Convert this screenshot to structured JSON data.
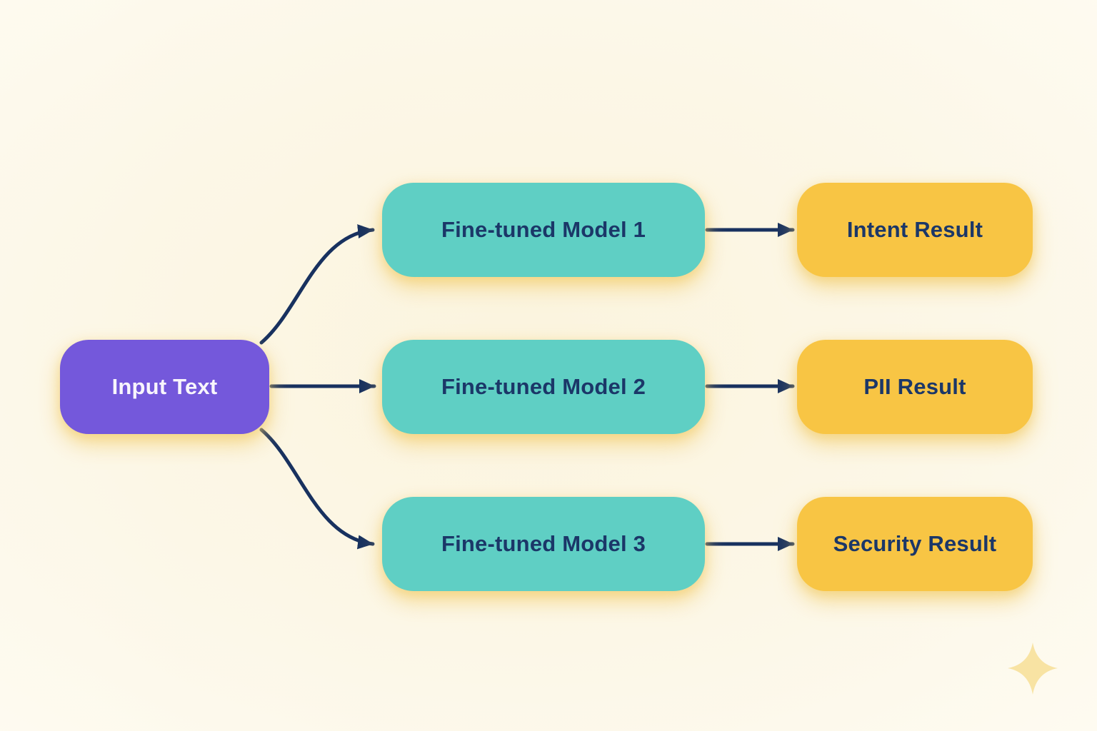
{
  "diagram": {
    "nodes": {
      "input": {
        "label": "Input Text",
        "bg": "#7458DB",
        "text_color": "#F8F5FC"
      },
      "models": [
        {
          "label": "Fine-tuned Model 1",
          "bg": "#5FCFC4",
          "text_color": "#1B3768"
        },
        {
          "label": "Fine-tuned Model 2",
          "bg": "#5FCFC4",
          "text_color": "#1B3768"
        },
        {
          "label": "Fine-tuned Model 3",
          "bg": "#5FCFC4",
          "text_color": "#1B3768"
        }
      ],
      "results": [
        {
          "label": "Intent Result",
          "bg": "#F8C544",
          "text_color": "#1B3768"
        },
        {
          "label": "PII Result",
          "bg": "#F8C544",
          "text_color": "#1B3768"
        },
        {
          "label": "Security Result",
          "bg": "#F8C544",
          "text_color": "#1B3768"
        }
      ]
    },
    "connections": [
      {
        "from": "input-text",
        "to": "fine-tuned-model-1"
      },
      {
        "from": "input-text",
        "to": "fine-tuned-model-2"
      },
      {
        "from": "input-text",
        "to": "fine-tuned-model-3"
      },
      {
        "from": "fine-tuned-model-1",
        "to": "intent-result"
      },
      {
        "from": "fine-tuned-model-2",
        "to": "pii-result"
      },
      {
        "from": "fine-tuned-model-3",
        "to": "security-result"
      }
    ],
    "colors": {
      "background": "#FCF7E6",
      "arrow": "#18315F",
      "sparkle": "#F8E3A3",
      "input_bg": "#7458DB",
      "model_bg": "#5FCFC4",
      "result_bg": "#F8C544",
      "label_navy": "#1B3768"
    },
    "icons": {
      "sparkle": "sparkle-icon"
    }
  }
}
